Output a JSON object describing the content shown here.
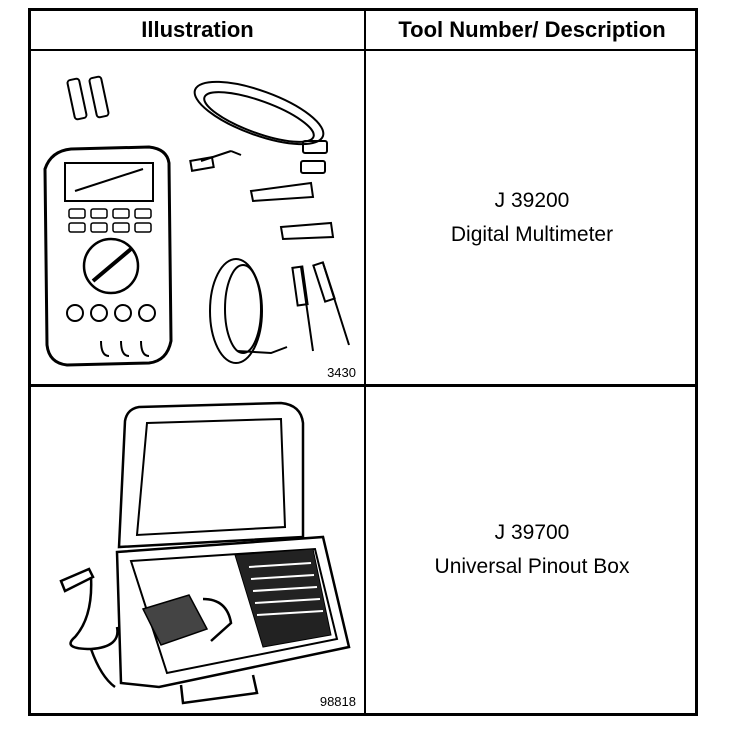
{
  "table": {
    "headers": {
      "illustration": "Illustration",
      "description": "Tool Number/ Description"
    },
    "rows": [
      {
        "figure_number": "3430",
        "tool_number": "J 39200",
        "description": "Digital Multimeter",
        "illustration_icon": "digital-multimeter-icon"
      },
      {
        "figure_number": "98818",
        "tool_number": "J 39700",
        "description": "Universal Pinout Box",
        "illustration_icon": "pinout-box-case-icon"
      }
    ]
  }
}
